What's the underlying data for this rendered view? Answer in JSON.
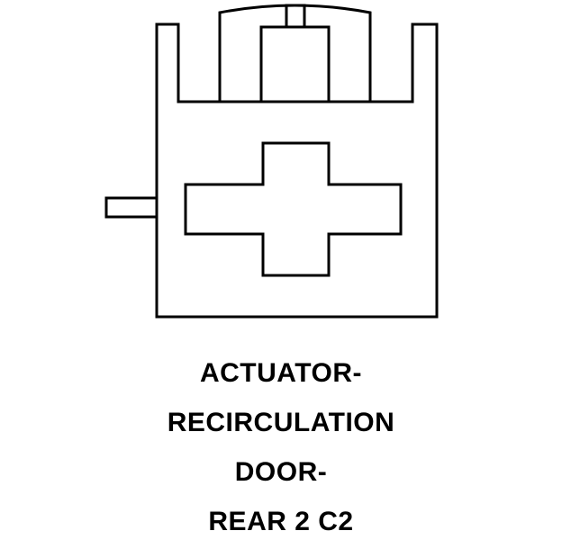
{
  "caption": {
    "lines": [
      "ACTUATOR-",
      "RECIRCULATION",
      "DOOR-",
      "REAR 2 C2"
    ]
  },
  "colors": {
    "stroke": "#000000",
    "background": "#ffffff"
  }
}
